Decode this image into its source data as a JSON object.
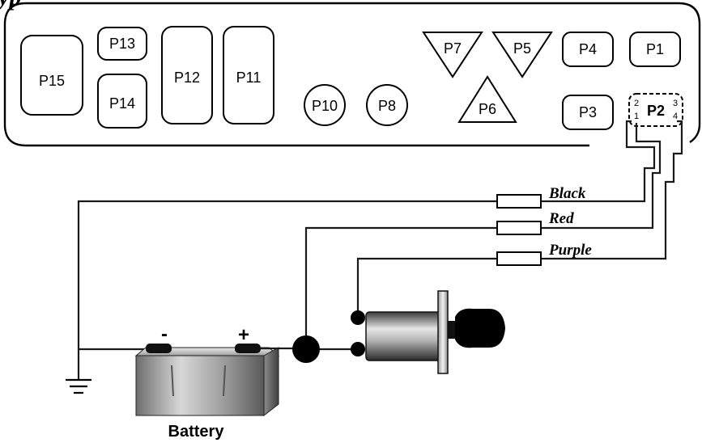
{
  "panel": {
    "heading_fragment": "yp",
    "ports": {
      "p15": "P15",
      "p13": "P13",
      "p14": "P14",
      "p12": "P12",
      "p11": "P11",
      "p10": "P10",
      "p8": "P8",
      "p7": "P7",
      "p5": "P5",
      "p6": "P6",
      "p4": "P4",
      "p1": "P1",
      "p3": "P3"
    },
    "connector_p2": {
      "label": "P2",
      "pins": [
        "2",
        "3",
        "1",
        "4"
      ]
    }
  },
  "wires": [
    {
      "label": "Black",
      "color": "#000000"
    },
    {
      "label": "Red",
      "color": "#cc0000"
    },
    {
      "label": "Purple",
      "color": "#7a1fa2"
    }
  ],
  "battery": {
    "label": "Battery",
    "negative": "-",
    "positive": "+"
  },
  "icons": [
    "ground-icon",
    "fuse-icon",
    "key-switch-icon",
    "battery-icon",
    "junction-icon"
  ]
}
